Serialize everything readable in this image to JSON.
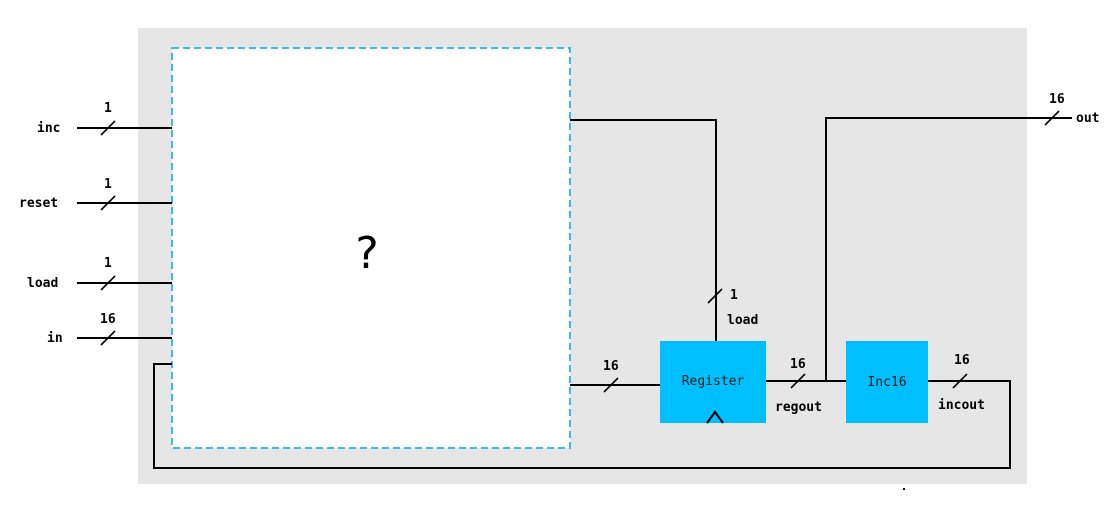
{
  "colors": {
    "board_background": "#e6e6e6",
    "chip_fill": "#00bfff",
    "unknown_block_border": "#3fb8ea",
    "wire": "#000000"
  },
  "unknown_block": {
    "label": "?"
  },
  "inputs": [
    {
      "name": "inc",
      "width": "1"
    },
    {
      "name": "reset",
      "width": "1"
    },
    {
      "name": "load",
      "width": "1"
    },
    {
      "name": "in",
      "width": "16"
    }
  ],
  "output": {
    "name": "out",
    "width": "16"
  },
  "chips": {
    "register": {
      "label": "Register"
    },
    "inc16": {
      "label": "Inc16"
    }
  },
  "wires": {
    "load": {
      "name": "load",
      "width": "1"
    },
    "register_in": {
      "width": "16"
    },
    "regout": {
      "name": "regout",
      "width": "16"
    },
    "incout": {
      "name": "incout",
      "width": "16"
    }
  }
}
